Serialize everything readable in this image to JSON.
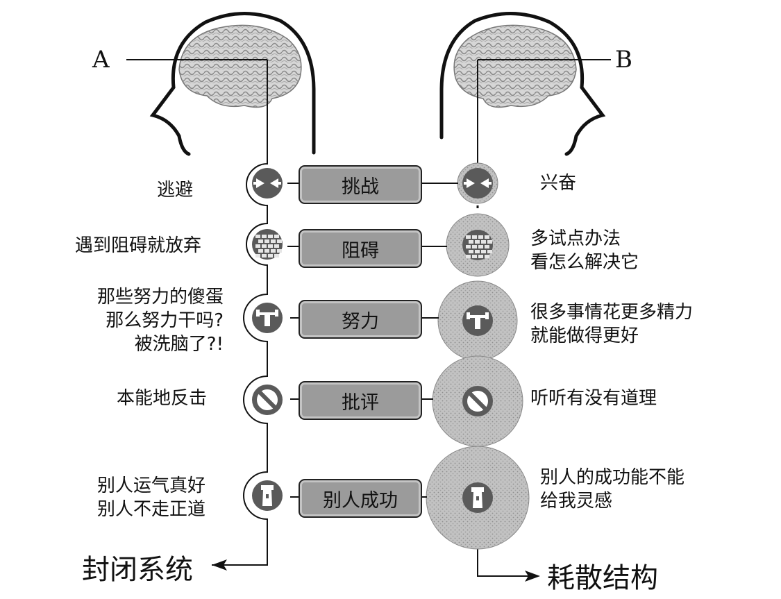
{
  "head_a_letter": "A",
  "head_b_letter": "B",
  "rows": [
    {
      "center": "挑战",
      "left": [
        "逃避"
      ],
      "right": [
        "兴奋"
      ],
      "icon": "double-arrow-icon"
    },
    {
      "center": "阻碍",
      "left": [
        "遇到阻碍就放弃"
      ],
      "right": [
        "多试点办法",
        "看怎么解决它"
      ],
      "icon": "brick-wall-icon"
    },
    {
      "center": "努力",
      "left": [
        "那些努力的傻蛋",
        "那么努力干吗?",
        "被洗脑了?!"
      ],
      "right": [
        "很多事情花更多精力",
        "就能做得更好"
      ],
      "icon": "dumbbell-icon"
    },
    {
      "center": "批评",
      "left": [
        "本能地反击"
      ],
      "right": [
        "听听有没有道理"
      ],
      "icon": "prohibited-icon"
    },
    {
      "center": "别人成功",
      "left": [
        "别人运气真好",
        "别人不走正道"
      ],
      "right": [
        "别人的成功能不能",
        "给我灵感"
      ],
      "icon": "tower-icon"
    }
  ],
  "bottom_left_label": "封闭系统",
  "bottom_right_label": "耗散结构",
  "colors": {
    "stroke": "#111111",
    "button_fill": "#9b9b9b",
    "disc_fill": "#bdbdbd",
    "icon_fill": "#5a5a5a"
  }
}
